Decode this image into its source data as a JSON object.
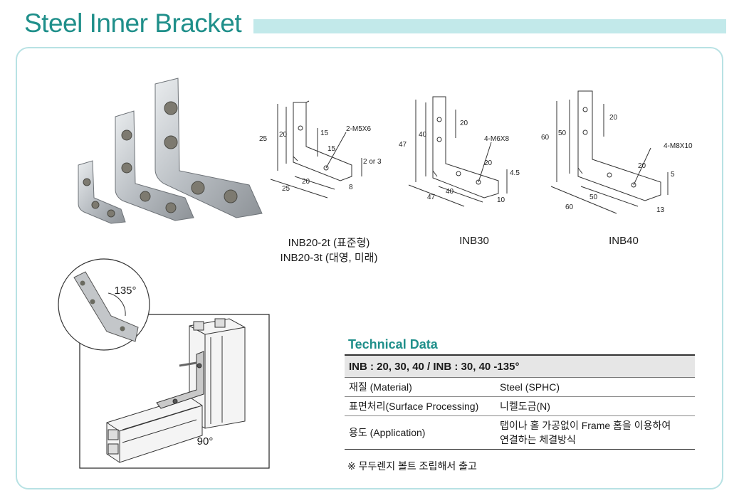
{
  "title": "Steel Inner Bracket",
  "drawings": {
    "inb20": {
      "caption_line1": "INB20-2t (표준형)",
      "caption_line2": "INB20-3t (대영, 미래)",
      "dims": {
        "h_outer": "25",
        "h_inner": "20",
        "h_hole": "15",
        "d_hole": "15",
        "thread": "2-M5X6",
        "thick": "2 or 3",
        "l_outer": "25",
        "l_inner": "20",
        "width": "8"
      }
    },
    "inb30": {
      "caption": "INB30",
      "dims": {
        "h_outer": "47",
        "h_inner": "40",
        "h_top": "20",
        "thread": "4-M6X8",
        "d_hole": "20",
        "thick": "4.5",
        "l_outer": "47",
        "l_inner": "40",
        "width": "10"
      }
    },
    "inb40": {
      "caption": "INB40",
      "dims": {
        "h_outer": "60",
        "h_inner": "50",
        "h_top": "20",
        "thread": "4-M8X10",
        "d_hole": "20",
        "thick": "5",
        "l_outer": "60",
        "l_inner": "50",
        "width": "13"
      }
    },
    "angle_135": "135°",
    "angle_90": "90°"
  },
  "tech": {
    "title": "Technical Data",
    "header": "INB : 20, 30, 40 / INB : 30, 40  -135°",
    "rows": [
      {
        "label": "재질 (Material)",
        "value": "Steel (SPHC)"
      },
      {
        "label": "표면처리(Surface Processing)",
        "value": "니켈도금(N)"
      },
      {
        "label": "용도 (Application)",
        "value": "탭이나 홀 가공없이 Frame 홈을 이용하여",
        "value2": "연결하는 체결방식"
      }
    ],
    "note": "※ 무두렌지 볼트 조립해서 출고"
  },
  "colors": {
    "accent": "#1f8f8a",
    "title_bar": "#c2e9ea",
    "frame_border": "#b8e2e4"
  }
}
